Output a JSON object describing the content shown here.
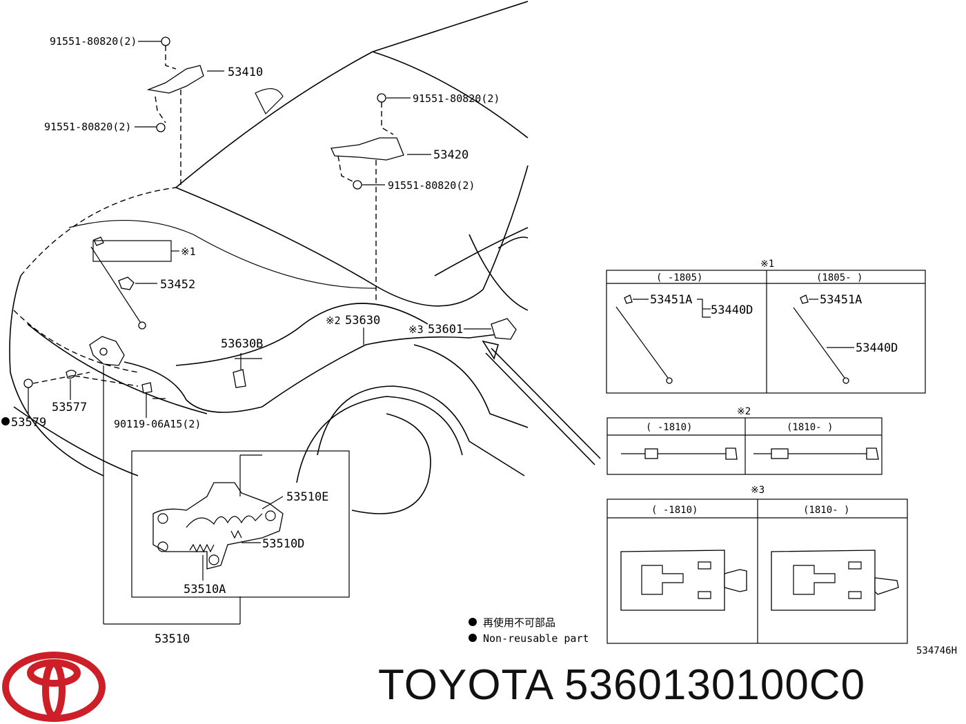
{
  "labels": {
    "bolt_top": "91551-80820(2)",
    "hinge_left": "53410",
    "bolt_left_low": "91551-80820(2)",
    "bolt_right_top": "91551-80820(2)",
    "hinge_right": "53420",
    "bolt_right_low": "91551-80820(2)",
    "note1_mark": "※1",
    "support_rod": "53452",
    "cable_mark": "※2",
    "cable": "53630",
    "lever_mark": "※3",
    "lever": "53601",
    "clamp": "53630B",
    "bumper_cushion": "53577",
    "seal": "53579",
    "bolt_lock": "90119-06A15(2)",
    "spring_e": "53510E",
    "spring_d": "53510D",
    "spring_a": "53510A",
    "lock_assy": "53510",
    "diagram_code": "534746H"
  },
  "table1": {
    "title": "※1",
    "col_left": "(     -1805)",
    "col_right": "(1805-     )",
    "left_part_a": "53451A",
    "left_part_d": "53440D",
    "right_part_a": "53451A",
    "right_part_d": "53440D"
  },
  "table2": {
    "title": "※2",
    "col_left": "(    -1810)",
    "col_right": "(1810-     )"
  },
  "table3": {
    "title": "※3",
    "col_left": "(    -1810)",
    "col_right": "(1810-     )"
  },
  "legend": {
    "jp": "再使用不可部品",
    "en": "Non-reusable part"
  },
  "brand": {
    "title": "TOYOTA 5360130100C0",
    "logo_color": "#cc1f28"
  }
}
